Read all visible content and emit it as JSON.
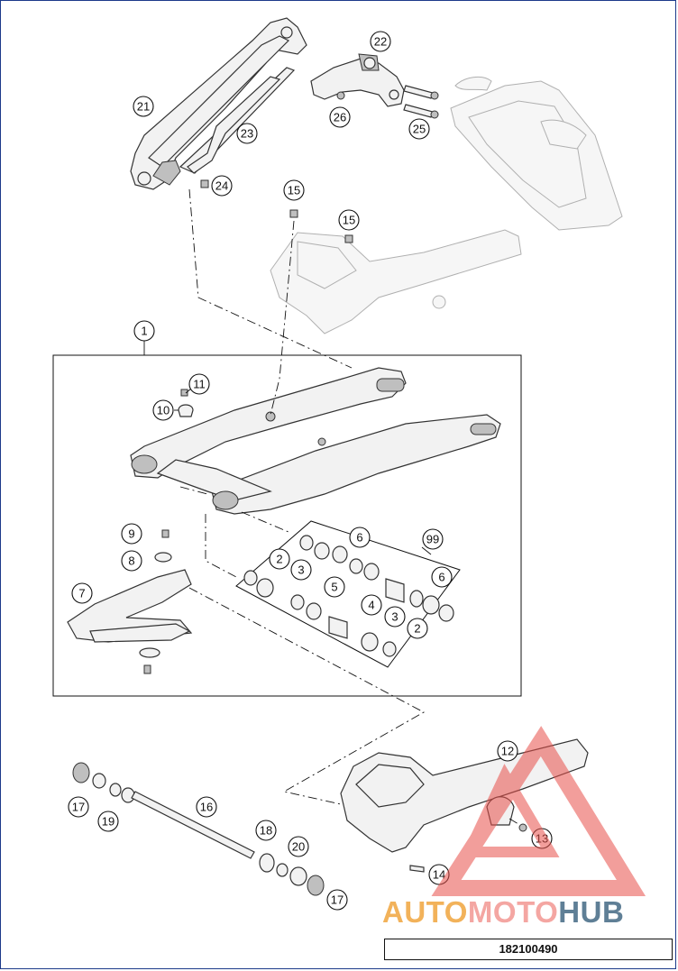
{
  "diagram": {
    "number": "182100490",
    "callouts": {
      "c1": "1",
      "c2a": "2",
      "c2b": "2",
      "c3a": "3",
      "c3b": "3",
      "c4": "4",
      "c5": "5",
      "c6a": "6",
      "c6b": "6",
      "c7": "7",
      "c8": "8",
      "c9": "9",
      "c10": "10",
      "c11": "11",
      "c12": "12",
      "c13": "13",
      "c14": "14",
      "c15a": "15",
      "c15b": "15",
      "c16": "16",
      "c17a": "17",
      "c17b": "17",
      "c18": "18",
      "c19": "19",
      "c20": "20",
      "c21": "21",
      "c22": "22",
      "c23": "23",
      "c24": "24",
      "c25": "25",
      "c26": "26",
      "c99": "99"
    }
  },
  "watermark": {
    "part1": "AUTO",
    "part2": "MOTO",
    "part3": "HUB",
    "colors": {
      "auto": "#f2b25a",
      "moto": "#f4a6a2",
      "hub": "#5f7f96",
      "triangle": "#e8504a"
    }
  }
}
